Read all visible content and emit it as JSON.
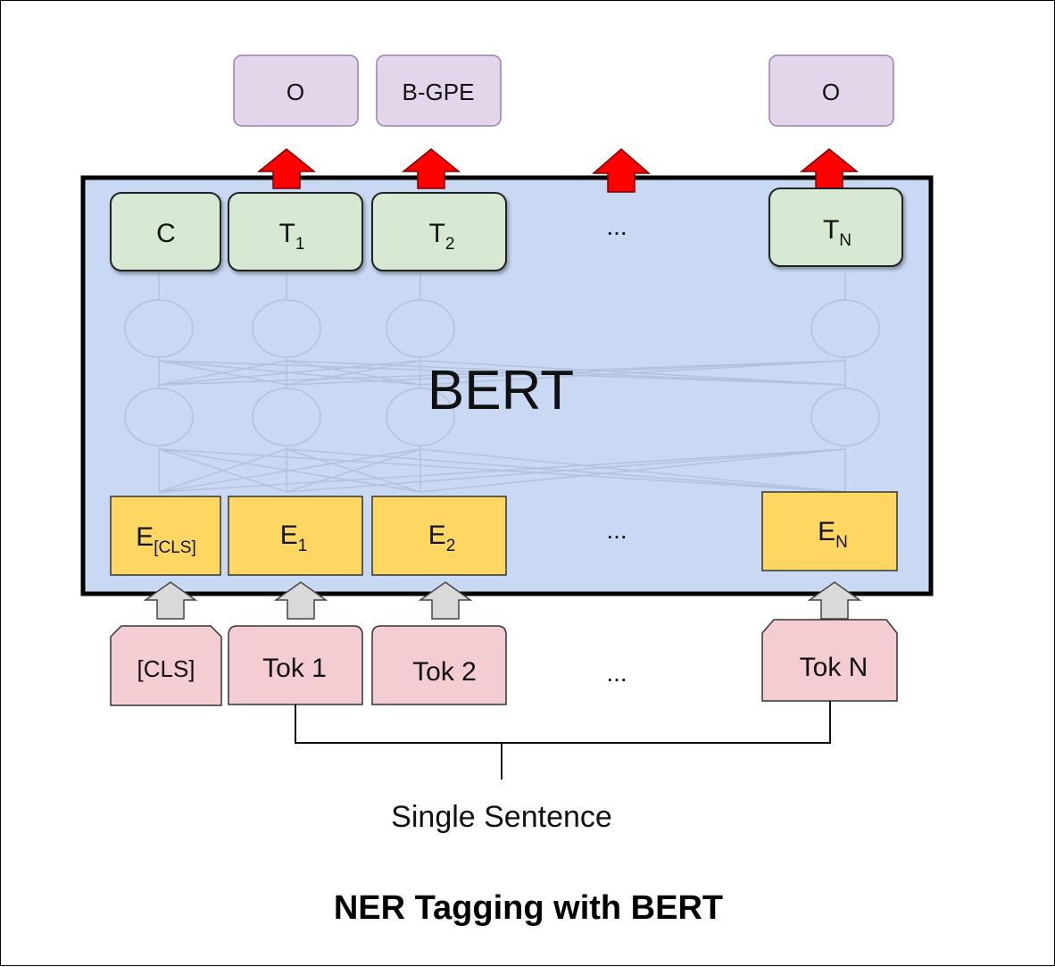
{
  "diagram": {
    "model_label": "BERT",
    "caption": "NER Tagging with BERT",
    "input_label": "Single Sentence",
    "ellipsis": "...",
    "colors": {
      "bert_box": "#c9d9f4",
      "tag": "#e3d5ea",
      "tag_border": "#9b7fb0",
      "output": "#d7e9d3",
      "embedding": "#fdd762",
      "token": "#f3cdd1",
      "arrow_up": "#ff0000",
      "arrow_in": "#d9d9d9"
    },
    "tags": [
      "O",
      "B-GPE",
      "O"
    ],
    "outputs": [
      {
        "main": "C",
        "sub": ""
      },
      {
        "main": "T",
        "sub": "1"
      },
      {
        "main": "T",
        "sub": "2"
      },
      {
        "main": "T",
        "sub": "N"
      }
    ],
    "embeddings": [
      {
        "main": "E",
        "sub": "[CLS]"
      },
      {
        "main": "E",
        "sub": "1"
      },
      {
        "main": "E",
        "sub": "2"
      },
      {
        "main": "E",
        "sub": "N"
      }
    ],
    "tokens": [
      "[CLS]",
      "Tok 1",
      "Tok 2",
      "Tok N"
    ]
  }
}
